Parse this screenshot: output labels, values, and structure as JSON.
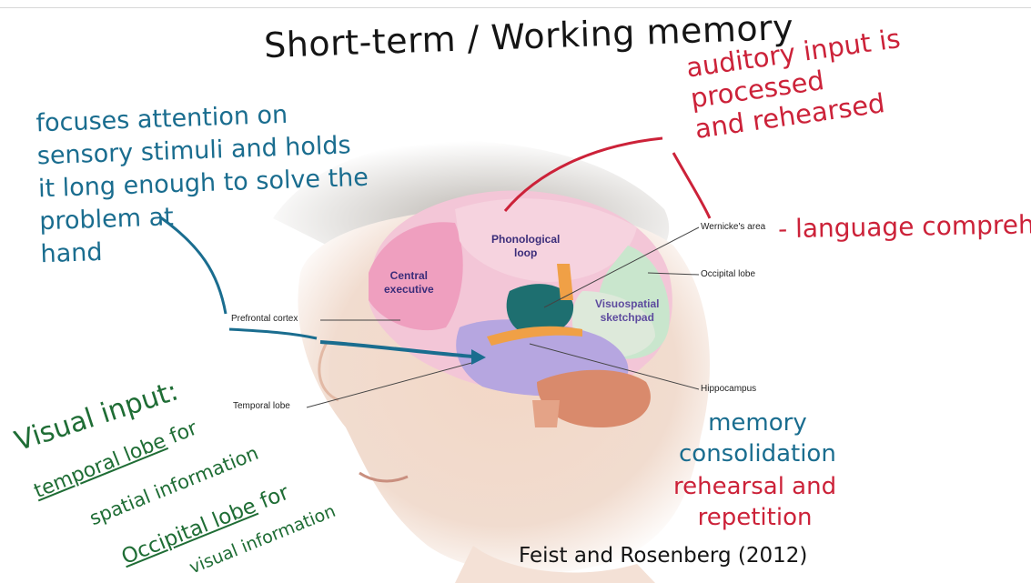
{
  "title": "Short-term / Working memory",
  "notes": {
    "attention": "focuses attention on\nsensory stimuli and holds\nit long enough to solve the\nproblem at\nhand",
    "auditory": "auditory input is processed\nand rehearsed",
    "language": "- language comprehension",
    "memory": "memory\nconsolidation",
    "rehearsal": "rehearsal and\nrepetition",
    "visual_heading": "Visual input:",
    "temporal_lobe": "temporal lobe",
    "for_1": "for",
    "spatial": "spatial information",
    "occipital_lobe": "Occipital lobe",
    "for_2": "for",
    "visual_info": "visual information"
  },
  "citation": "Feist and Rosenberg (2012)",
  "regions": {
    "central_executive": "Central\nexecutive",
    "phonological_loop": "Phonological\nloop",
    "visuospatial": "Visuospatial\nsketchpad"
  },
  "labels": {
    "wernickes": "Wernicke's area",
    "occipital": "Occipital lobe",
    "prefrontal": "Prefrontal cortex",
    "hippocampus": "Hippocampus",
    "temporal": "Temporal lobe"
  },
  "colors": {
    "blue_ink": "#1a6d8f",
    "red_ink": "#cc2239",
    "green_ink": "#1f6d35",
    "black_ink": "#151515"
  }
}
